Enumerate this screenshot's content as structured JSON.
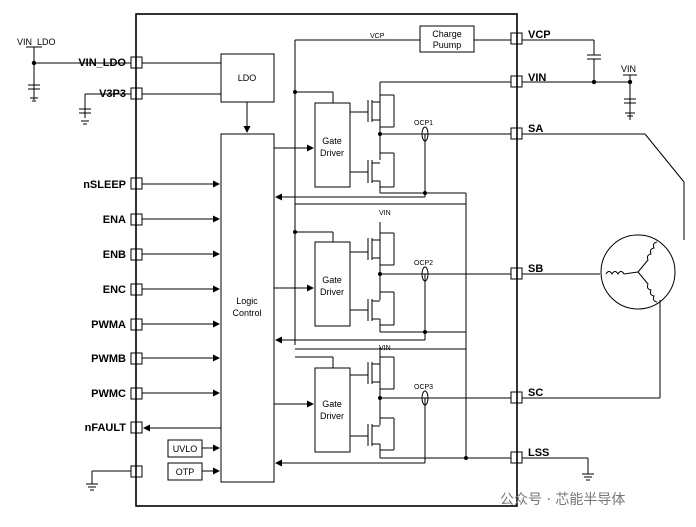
{
  "pins_left": {
    "vin_ldo": "VIN_LDO",
    "v3p3": "V3P3",
    "nsleep": "nSLEEP",
    "ena": "ENA",
    "enb": "ENB",
    "enc": "ENC",
    "pwma": "PWMA",
    "pwmb": "PWMB",
    "pwmc": "PWMC",
    "nfault": "nFAULT"
  },
  "pins_right": {
    "vcp": "VCP",
    "vin": "VIN",
    "sa": "SA",
    "sb": "SB",
    "sc": "SC",
    "lss": "LSS"
  },
  "external": {
    "vin_ldo_label": "VIN_LDO",
    "vin_label": "VIN"
  },
  "blocks": {
    "ldo": "LDO",
    "charge_pump_line1": "Charge",
    "charge_pump_line2": "Puump",
    "logic_line1": "Logic",
    "logic_line2": "Control",
    "gate_driver_line1": "Gate",
    "gate_driver_line2": "Driver",
    "uvlo": "UVLO",
    "otp": "OTP"
  },
  "nets": {
    "vcp": "VCP",
    "vin_a": "VIN",
    "vin_b": "VIN",
    "ocp1": "OCP1",
    "ocp2": "OCP2",
    "ocp3": "OCP3"
  },
  "watermark": "公众号 · 芯能半导体"
}
